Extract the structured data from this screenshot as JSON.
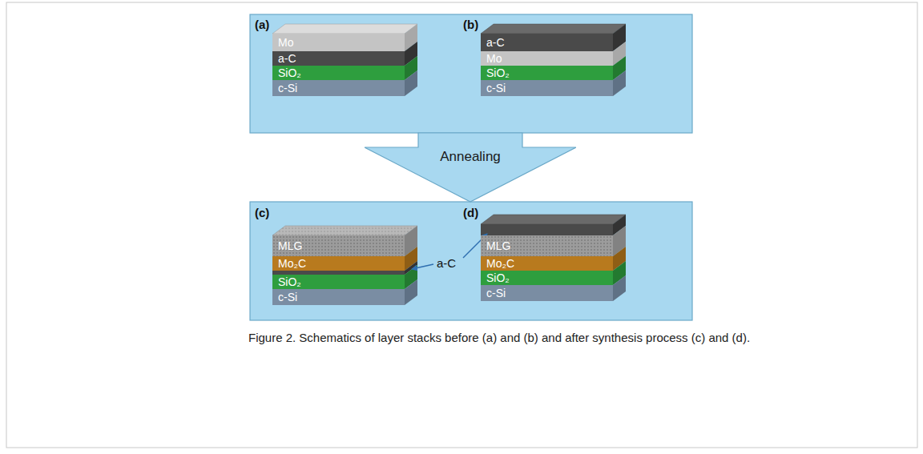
{
  "diagram": {
    "caption": "Figure 2. Schematics of layer stacks before (a) and (b) and after synthesis process (c) and (d).",
    "nodes": [
      {
        "text": [
          "Mo"
        ]
      },
      {
        "text": [
          "a-C"
        ]
      },
      {
        "text": [
          "SiO₂"
        ]
      },
      {
        "text": [
          "c-Si"
        ]
      },
      {
        "text": [
          "a-C"
        ]
      },
      {
        "text": [
          "Mo"
        ]
      },
      {
        "text": [
          "SiO₂"
        ]
      },
      {
        "text": [
          "c-Si"
        ]
      },
      {
        "text": [
          "Annealing"
        ]
      },
      {
        "text": [
          "MLG"
        ]
      },
      {
        "text": [
          "Mo₂C"
        ]
      },
      {
        "text": [
          "SiO₂"
        ]
      },
      {
        "text": [
          "c-Si"
        ]
      },
      {
        "text": [
          "MLG"
        ]
      },
      {
        "text": [
          "Mo₂C"
        ]
      },
      {
        "text": [
          "SiO₂"
        ]
      },
      {
        "text": [
          "c-Si"
        ]
      }
    ],
    "labels": [
      "(a)",
      "(b)",
      "(c)",
      "(d)",
      "a-C"
    ]
  }
}
